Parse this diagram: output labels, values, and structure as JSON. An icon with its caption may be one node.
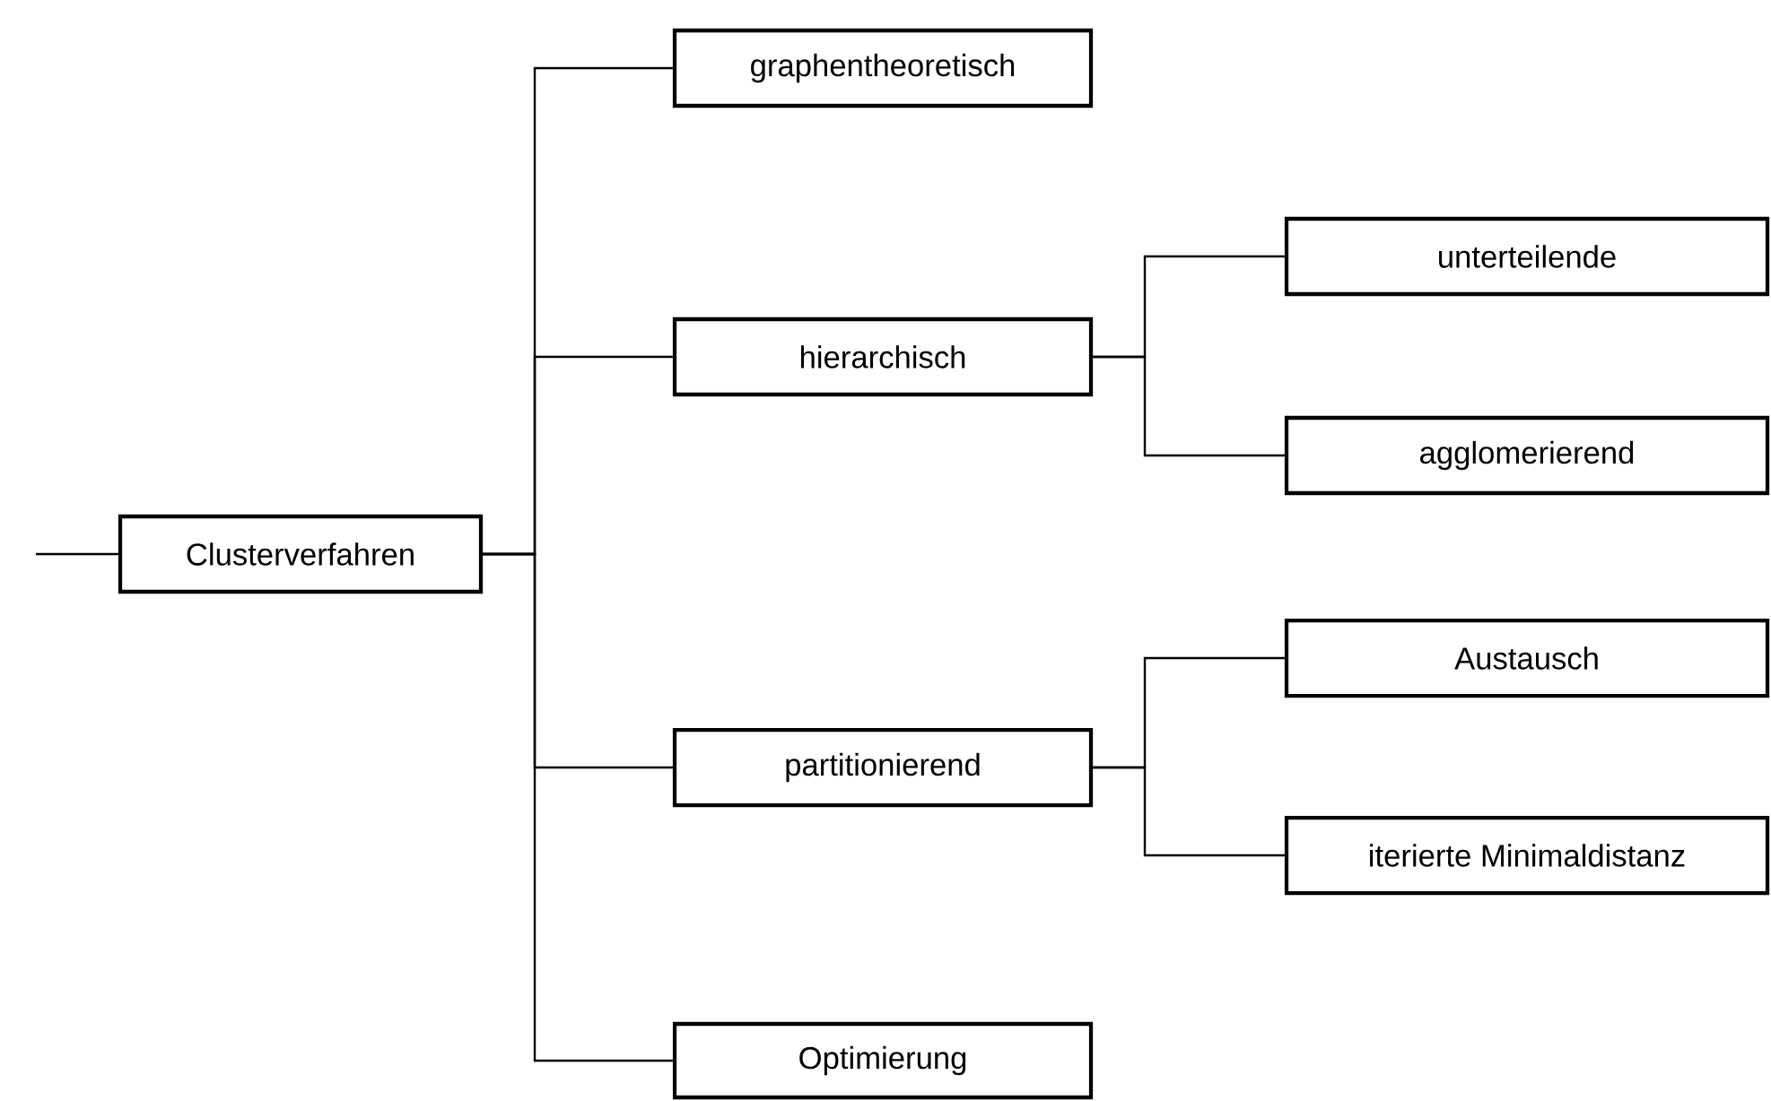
{
  "diagram": {
    "nodes": [
      {
        "text": [
          "Clusterverfahren"
        ]
      },
      {
        "text": [
          "graphentheoretisch"
        ]
      },
      {
        "text": [
          "hierarchisch"
        ]
      },
      {
        "text": [
          "unterteilende"
        ]
      },
      {
        "text": [
          "agglomerierend"
        ]
      },
      {
        "text": [
          "partitionierend"
        ]
      },
      {
        "text": [
          "Austausch"
        ]
      },
      {
        "text": [
          "iterierte Minimaldistanz"
        ]
      },
      {
        "text": [
          "Optimierung"
        ]
      }
    ],
    "edges": [
      {
        "from": null,
        "to": 0,
        "arrow": "none"
      },
      {
        "from": 0,
        "to": 1,
        "arrow": "none"
      },
      {
        "from": 0,
        "to": 2,
        "arrow": "none"
      },
      {
        "from": 0,
        "to": 5,
        "arrow": "none"
      },
      {
        "from": 0,
        "to": 8,
        "arrow": "none"
      },
      {
        "from": 2,
        "to": 3,
        "arrow": "none"
      },
      {
        "from": 2,
        "to": 4,
        "arrow": "none"
      },
      {
        "from": 5,
        "to": 6,
        "arrow": "none"
      },
      {
        "from": 5,
        "to": 7,
        "arrow": "none"
      }
    ]
  }
}
